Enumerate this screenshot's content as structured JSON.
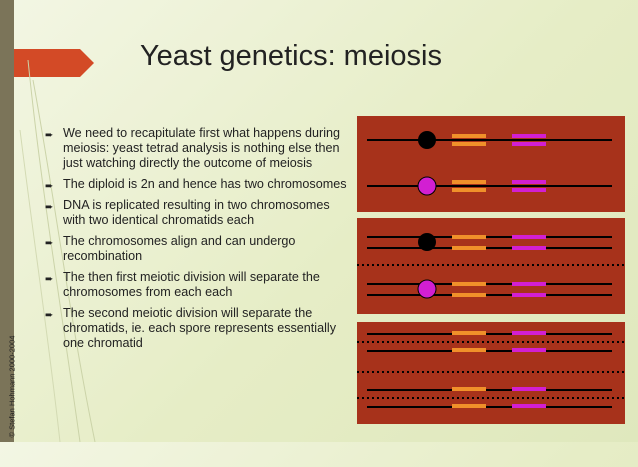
{
  "slide": {
    "title": "Yeast genetics: meiosis",
    "copyright": "© Stefan Hohmann 2000-2004",
    "bullets": [
      "We need to recapitulate first what happens during meiosis: yeast tetrad analysis is nothing else then just watching directly the outcome of meiosis",
      "The diploid is 2n and hence has two chromosomes",
      "DNA is replicated resulting in two chromosomes with two identical chromatids each",
      "The chromosomes align and can undergo recombination",
      "The then first meiotic division will separate the chromosomes from each each",
      "The second meiotic division will separate the chromatids, ie. each spore represents essentially one chromatid"
    ],
    "bullet_icon": "arrow-bullet-icon"
  },
  "colors": {
    "panel": "#a7321b",
    "sidebar": "#7b7459",
    "arrow": "#d34a26",
    "marker_orange": "#f0902a",
    "marker_magenta": "#d21fd2",
    "centromere_black": "#000000",
    "centromere_magenta": "#d21fd2"
  },
  "diagram": {
    "stages": [
      {
        "name": "diploid",
        "chromosomes": [
          {
            "centromere": "black",
            "chromatids": 1
          },
          {
            "centromere": "magenta",
            "chromatids": 1
          }
        ]
      },
      {
        "name": "replicated",
        "chromosomes": [
          {
            "centromere": "black",
            "chromatids": 2
          },
          {
            "centromere": "magenta",
            "chromatids": 2
          }
        ]
      },
      {
        "name": "separated",
        "chromosomes": [
          {
            "centromere": "none",
            "chromatids": 2
          },
          {
            "centromere": "none",
            "chromatids": 2
          }
        ]
      }
    ]
  }
}
